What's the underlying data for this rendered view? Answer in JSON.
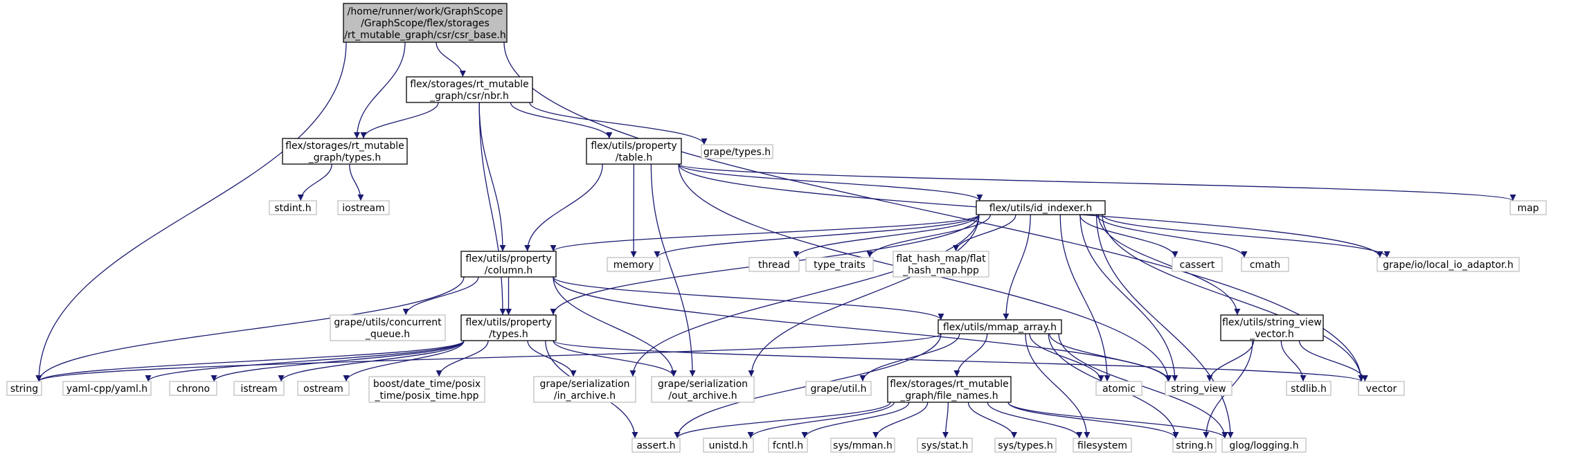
{
  "diagram": {
    "title": "",
    "colors": {
      "edge": "#191970",
      "root_fill": "#bfbfbf",
      "project_border": "#000000",
      "external_border": "#bfbfbf"
    },
    "nodes": [
      {
        "id": "root",
        "kind": "root",
        "lines": [
          "/home/runner/work/GraphScope",
          "/GraphScope/flex/storages",
          "/rt_mutable_graph/csr/csr_base.h"
        ]
      },
      {
        "id": "nbr",
        "kind": "project",
        "lines": [
          "flex/storages/rt_mutable",
          "_graph/csr/nbr.h"
        ]
      },
      {
        "id": "rtypes",
        "kind": "project",
        "lines": [
          "flex/storages/rt_mutable",
          "_graph/types.h"
        ]
      },
      {
        "id": "table",
        "kind": "project",
        "lines": [
          "flex/utils/property",
          "/table.h"
        ]
      },
      {
        "id": "grapetypes",
        "kind": "external",
        "lines": [
          "grape/types.h"
        ]
      },
      {
        "id": "stdint",
        "kind": "external",
        "lines": [
          "stdint.h"
        ]
      },
      {
        "id": "iostream",
        "kind": "external",
        "lines": [
          "iostream"
        ]
      },
      {
        "id": "idindexer",
        "kind": "project",
        "lines": [
          "flex/utils/id_indexer.h"
        ]
      },
      {
        "id": "map",
        "kind": "external",
        "lines": [
          "map"
        ]
      },
      {
        "id": "column",
        "kind": "project",
        "lines": [
          "flex/utils/property",
          "/column.h"
        ]
      },
      {
        "id": "memory",
        "kind": "external",
        "lines": [
          "memory"
        ]
      },
      {
        "id": "thread",
        "kind": "external",
        "lines": [
          "thread"
        ]
      },
      {
        "id": "typetraits",
        "kind": "external",
        "lines": [
          "type_traits"
        ]
      },
      {
        "id": "flathash",
        "kind": "external",
        "lines": [
          "flat_hash_map/flat",
          "_hash_map.hpp"
        ]
      },
      {
        "id": "cassert",
        "kind": "external",
        "lines": [
          "cassert"
        ]
      },
      {
        "id": "cmath",
        "kind": "external",
        "lines": [
          "cmath"
        ]
      },
      {
        "id": "localio",
        "kind": "external",
        "lines": [
          "grape/io/local_io_adaptor.h"
        ]
      },
      {
        "id": "concq",
        "kind": "external",
        "lines": [
          "grape/utils/concurrent",
          "_queue.h"
        ]
      },
      {
        "id": "ptypes",
        "kind": "project",
        "lines": [
          "flex/utils/property",
          "/types.h"
        ]
      },
      {
        "id": "mmap",
        "kind": "project",
        "lines": [
          "flex/utils/mmap_array.h"
        ]
      },
      {
        "id": "svv",
        "kind": "project",
        "lines": [
          "flex/utils/string_view",
          "_vector.h"
        ]
      },
      {
        "id": "string",
        "kind": "external",
        "lines": [
          "string"
        ]
      },
      {
        "id": "yaml",
        "kind": "external",
        "lines": [
          "yaml-cpp/yaml.h"
        ]
      },
      {
        "id": "chrono",
        "kind": "external",
        "lines": [
          "chrono"
        ]
      },
      {
        "id": "istream",
        "kind": "external",
        "lines": [
          "istream"
        ]
      },
      {
        "id": "ostream",
        "kind": "external",
        "lines": [
          "ostream"
        ]
      },
      {
        "id": "boostdt",
        "kind": "external",
        "lines": [
          "boost/date_time/posix",
          "_time/posix_time.hpp"
        ]
      },
      {
        "id": "inarch",
        "kind": "external",
        "lines": [
          "grape/serialization",
          "/in_archive.h"
        ]
      },
      {
        "id": "outarch",
        "kind": "external",
        "lines": [
          "grape/serialization",
          "/out_archive.h"
        ]
      },
      {
        "id": "grapeutil",
        "kind": "external",
        "lines": [
          "grape/util.h"
        ]
      },
      {
        "id": "filenames",
        "kind": "project",
        "lines": [
          "flex/storages/rt_mutable",
          "_graph/file_names.h"
        ]
      },
      {
        "id": "atomic",
        "kind": "external",
        "lines": [
          "atomic"
        ]
      },
      {
        "id": "stringview",
        "kind": "external",
        "lines": [
          "string_view"
        ]
      },
      {
        "id": "stdlib",
        "kind": "external",
        "lines": [
          "stdlib.h"
        ]
      },
      {
        "id": "vector",
        "kind": "external",
        "lines": [
          "vector"
        ]
      },
      {
        "id": "assert",
        "kind": "external",
        "lines": [
          "assert.h"
        ]
      },
      {
        "id": "unistd",
        "kind": "external",
        "lines": [
          "unistd.h"
        ]
      },
      {
        "id": "fcntl",
        "kind": "external",
        "lines": [
          "fcntl.h"
        ]
      },
      {
        "id": "sysmman",
        "kind": "external",
        "lines": [
          "sys/mman.h"
        ]
      },
      {
        "id": "sysstat",
        "kind": "external",
        "lines": [
          "sys/stat.h"
        ]
      },
      {
        "id": "systypes",
        "kind": "external",
        "lines": [
          "sys/types.h"
        ]
      },
      {
        "id": "filesystem",
        "kind": "external",
        "lines": [
          "filesystem"
        ]
      },
      {
        "id": "stringh",
        "kind": "external",
        "lines": [
          "string.h"
        ]
      },
      {
        "id": "glog",
        "kind": "external",
        "lines": [
          "glog/logging.h"
        ]
      }
    ],
    "edges": [
      [
        "root",
        "nbr"
      ],
      [
        "root",
        "rtypes"
      ],
      [
        "root",
        "string"
      ],
      [
        "root",
        "vector"
      ],
      [
        "nbr",
        "rtypes"
      ],
      [
        "nbr",
        "table"
      ],
      [
        "nbr",
        "grapetypes"
      ],
      [
        "nbr",
        "column"
      ],
      [
        "nbr",
        "ptypes"
      ],
      [
        "rtypes",
        "stdint"
      ],
      [
        "rtypes",
        "iostream"
      ],
      [
        "table",
        "idindexer"
      ],
      [
        "table",
        "map"
      ],
      [
        "table",
        "column"
      ],
      [
        "table",
        "memory"
      ],
      [
        "table",
        "localio"
      ],
      [
        "table",
        "outarch"
      ],
      [
        "table",
        "stringview"
      ],
      [
        "idindexer",
        "column"
      ],
      [
        "idindexer",
        "memory"
      ],
      [
        "idindexer",
        "thread"
      ],
      [
        "idindexer",
        "typetraits"
      ],
      [
        "idindexer",
        "flathash"
      ],
      [
        "idindexer",
        "cassert"
      ],
      [
        "idindexer",
        "cmath"
      ],
      [
        "idindexer",
        "localio"
      ],
      [
        "idindexer",
        "ptypes"
      ],
      [
        "idindexer",
        "mmap"
      ],
      [
        "idindexer",
        "svv"
      ],
      [
        "idindexer",
        "atomic"
      ],
      [
        "idindexer",
        "stringview"
      ],
      [
        "idindexer",
        "vector"
      ],
      [
        "idindexer",
        "glog"
      ],
      [
        "idindexer",
        "inarch"
      ],
      [
        "idindexer",
        "outarch"
      ],
      [
        "column",
        "concq"
      ],
      [
        "column",
        "ptypes"
      ],
      [
        "column",
        "mmap"
      ],
      [
        "column",
        "string"
      ],
      [
        "column",
        "outarch"
      ],
      [
        "column",
        "stringview"
      ],
      [
        "ptypes",
        "string"
      ],
      [
        "ptypes",
        "yaml"
      ],
      [
        "ptypes",
        "chrono"
      ],
      [
        "ptypes",
        "istream"
      ],
      [
        "ptypes",
        "ostream"
      ],
      [
        "ptypes",
        "boostdt"
      ],
      [
        "ptypes",
        "inarch"
      ],
      [
        "ptypes",
        "outarch"
      ],
      [
        "ptypes",
        "assert"
      ],
      [
        "ptypes",
        "vector"
      ],
      [
        "mmap",
        "grapeutil"
      ],
      [
        "mmap",
        "filenames"
      ],
      [
        "mmap",
        "atomic"
      ],
      [
        "mmap",
        "stringview"
      ],
      [
        "mmap",
        "filesystem"
      ],
      [
        "mmap",
        "glog"
      ],
      [
        "mmap",
        "assert"
      ],
      [
        "mmap",
        "string"
      ],
      [
        "mmap",
        "stringh"
      ],
      [
        "svv",
        "stdlib"
      ],
      [
        "svv",
        "stringview"
      ],
      [
        "svv",
        "vector"
      ],
      [
        "svv",
        "stringh"
      ],
      [
        "filenames",
        "assert"
      ],
      [
        "filenames",
        "unistd"
      ],
      [
        "filenames",
        "fcntl"
      ],
      [
        "filenames",
        "sysmman"
      ],
      [
        "filenames",
        "sysstat"
      ],
      [
        "filenames",
        "systypes"
      ],
      [
        "filenames",
        "filesystem"
      ],
      [
        "filenames",
        "stringh"
      ],
      [
        "filenames",
        "glog"
      ]
    ]
  }
}
